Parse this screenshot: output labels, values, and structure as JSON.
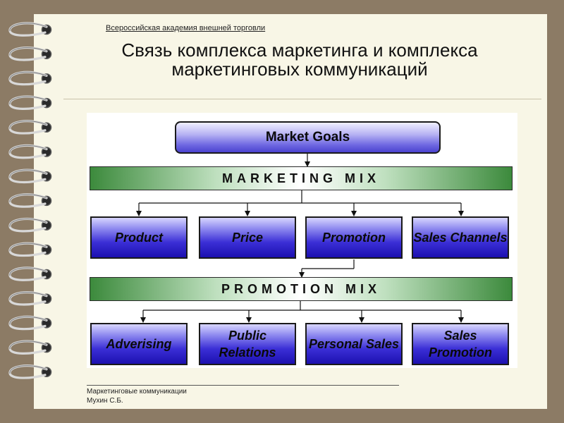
{
  "header": {
    "academy": "Всероссийская академия внешней торговли",
    "title": "Связь комплекса маркетинга и комплекса маркетинговых коммуникаций"
  },
  "diagram": {
    "goals": "Market Goals",
    "marketing_mix": "MARKETING MIX",
    "marketing_elements": [
      "Product",
      "Price",
      "Promotion",
      "Sales Channels"
    ],
    "promotion_mix": "PROMOTION MIX",
    "promotion_elements": [
      "Adverising",
      "Public Relations",
      "Personal Sales",
      "Sales Promotion"
    ]
  },
  "footer": {
    "course": "Маркетинговые коммуникации",
    "author": "Мухин С.Б."
  },
  "colors": {
    "background": "#8c7b65",
    "page": "#f8f6e6",
    "box_blue": "#3b2fd6",
    "bar_green": "#3c8a3c"
  }
}
